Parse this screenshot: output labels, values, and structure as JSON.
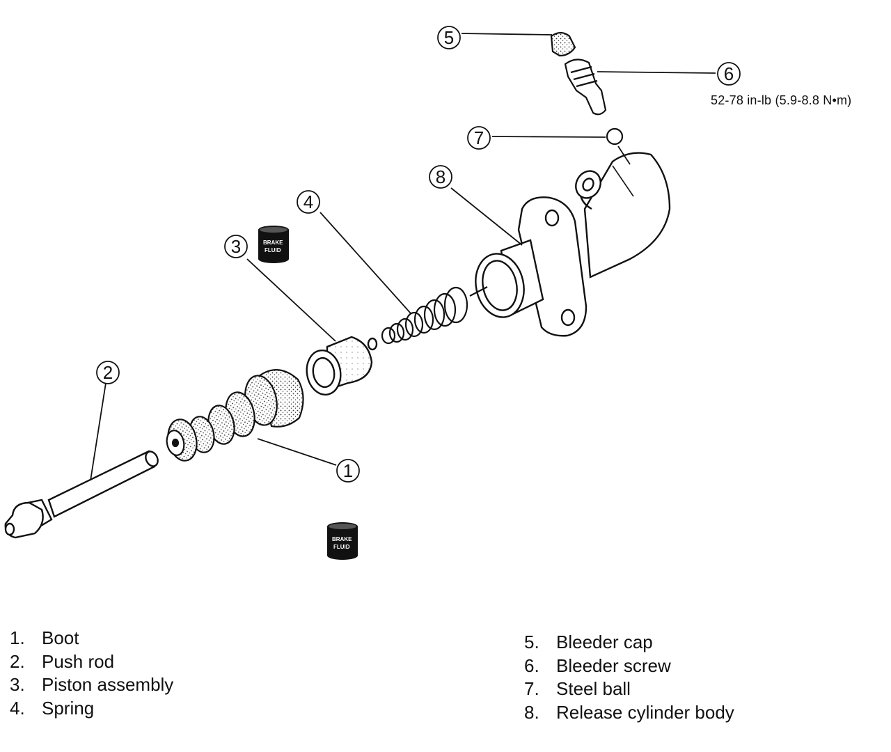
{
  "callouts": [
    "1",
    "2",
    "3",
    "4",
    "5",
    "6",
    "7",
    "8"
  ],
  "torque_spec": "52-78 in-lb (5.9-8.8 N•m)",
  "fluid_badge": {
    "line1": "BRAKE",
    "line2": "FLUID"
  },
  "legend_left": [
    {
      "num": "1.",
      "label": "Boot"
    },
    {
      "num": "2.",
      "label": "Push rod"
    },
    {
      "num": "3.",
      "label": "Piston assembly"
    },
    {
      "num": "4.",
      "label": "Spring"
    }
  ],
  "legend_right": [
    {
      "num": "5.",
      "label": "Bleeder cap"
    },
    {
      "num": "6.",
      "label": "Bleeder screw"
    },
    {
      "num": "7.",
      "label": "Steel ball"
    },
    {
      "num": "8.",
      "label": "Release cylinder body"
    }
  ]
}
